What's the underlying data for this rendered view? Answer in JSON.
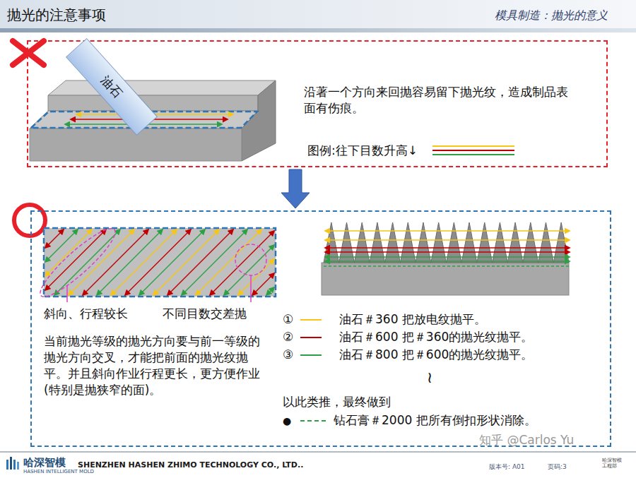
{
  "diagram": {
    "title": "抛光的注意事项",
    "nodes": [
      {
        "text": [
          "沿著一个方向来回抛容易留下抛光纹，造成制品表面有伤痕。",
          "图例:往下目数升高↓"
        ]
      },
      {
        "text": [
          "油石"
        ],
        "in": 0
      },
      {
        "text": [
          "斜向、行程较长",
          "不同目数交差抛",
          "当前抛光等级的抛光方向要与前一等级的抛光方向交叉，才能把前面的抛光纹抛平。并且斜向作业行程更长，更方便作业(特别是抛狭窄的面)。",
          "以此类推，最终做到"
        ]
      }
    ],
    "edges": [
      {
        "from": 0,
        "to": 2,
        "arrow": "to"
      }
    ],
    "labels": [
      "模具制造：抛光的意义",
      "①",
      "②",
      "③",
      "≀",
      "●",
      "知乎 @Carlos Yu",
      "哈深智模",
      "HASHEN INTELLIGENT MOLD",
      "SHENZHEN HASHEN ZHIMO TECHNOLOGY CO., LTD..",
      "版本号: A01",
      "页码:3",
      "哈深智模 工程部"
    ],
    "legend": [
      {
        "text": "油石＃360 把放电纹抛平。",
        "color": "#f5c518"
      },
      {
        "text": "油石＃600 把＃360的抛光纹抛平。",
        "color": "#c00000"
      },
      {
        "text": "油石＃800 把＃600的抛光纹抛平。",
        "color": "#2ea043"
      },
      {
        "text": "钻石膏＃2000 把所有倒扣形状消除。"
      }
    ]
  }
}
